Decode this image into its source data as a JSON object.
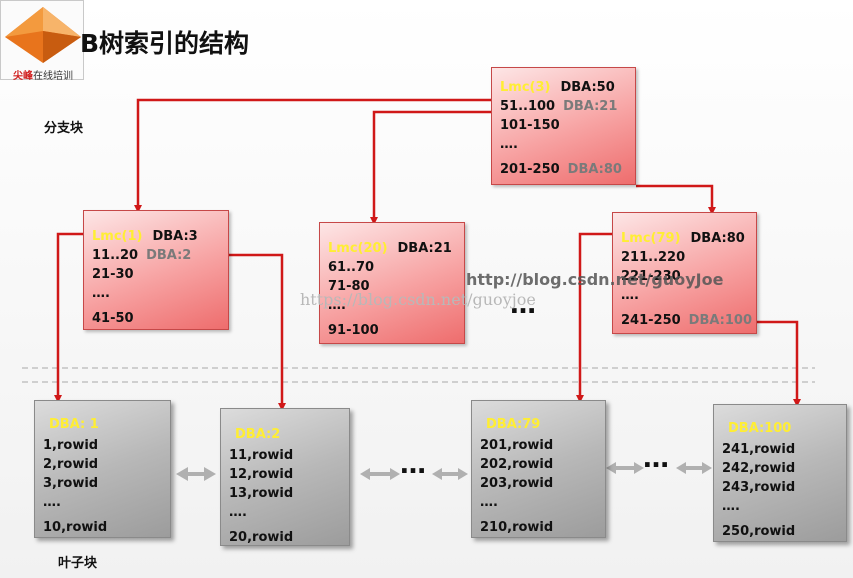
{
  "title": "B树索引的结构",
  "logo": {
    "brand": "尖峰",
    "sub": "在线培训"
  },
  "labels": {
    "branch": "分支块",
    "leaf": "叶子块"
  },
  "watermark": {
    "main": "http://blog.csdn.net/guoyJoe",
    "faint": "https://blog.csdn.net/guoyjoe"
  },
  "ellipsis": "…",
  "colors": {
    "branch_fill": "#f7a2a2",
    "leaf_fill": "#b8b8b8",
    "wire": "#d01818",
    "lmc": "#ffee33"
  },
  "root": {
    "lmc": "Lmc(3)",
    "dba": "DBA:50",
    "rows": [
      {
        "range": "51..100",
        "dba": "DBA:21"
      },
      {
        "range": "101-150",
        "dba": ""
      },
      {
        "range": "….",
        "dba": ""
      },
      {
        "range": "201-250",
        "dba": "DBA:80"
      }
    ]
  },
  "branches": [
    {
      "lmc": "Lmc(1)",
      "dba": "DBA:3",
      "rows": [
        {
          "range": "11..20",
          "dba": "DBA:2"
        },
        {
          "range": "21-30",
          "dba": ""
        },
        {
          "range": "….",
          "dba": ""
        },
        {
          "range": "41-50",
          "dba": ""
        }
      ]
    },
    {
      "lmc": "Lmc(20)",
      "dba": "DBA:21",
      "rows": [
        {
          "range": "61..70",
          "dba": ""
        },
        {
          "range": "71-80",
          "dba": ""
        },
        {
          "range": "….",
          "dba": ""
        },
        {
          "range": "91-100",
          "dba": ""
        }
      ]
    },
    {
      "lmc": "Lmc(79)",
      "dba": "DBA:80",
      "rows": [
        {
          "range": "211..220",
          "dba": ""
        },
        {
          "range": "221-230",
          "dba": ""
        },
        {
          "range": "….",
          "dba": ""
        },
        {
          "range": "241-250",
          "dba": "DBA:100"
        }
      ]
    }
  ],
  "leaves": [
    {
      "dba": "DBA: 1",
      "rows": [
        "1,rowid",
        "2,rowid",
        "3,rowid",
        "….",
        "10,rowid"
      ]
    },
    {
      "dba": "DBA:2",
      "rows": [
        "11,rowid",
        "12,rowid",
        "13,rowid",
        "….",
        "20,rowid"
      ]
    },
    {
      "dba": "DBA:79",
      "rows": [
        "201,rowid",
        "202,rowid",
        "203,rowid",
        "….",
        "210,rowid"
      ]
    },
    {
      "dba": "DBA:100",
      "rows": [
        "241,rowid",
        "242,rowid",
        "243,rowid",
        "….",
        "250,rowid"
      ]
    }
  ]
}
